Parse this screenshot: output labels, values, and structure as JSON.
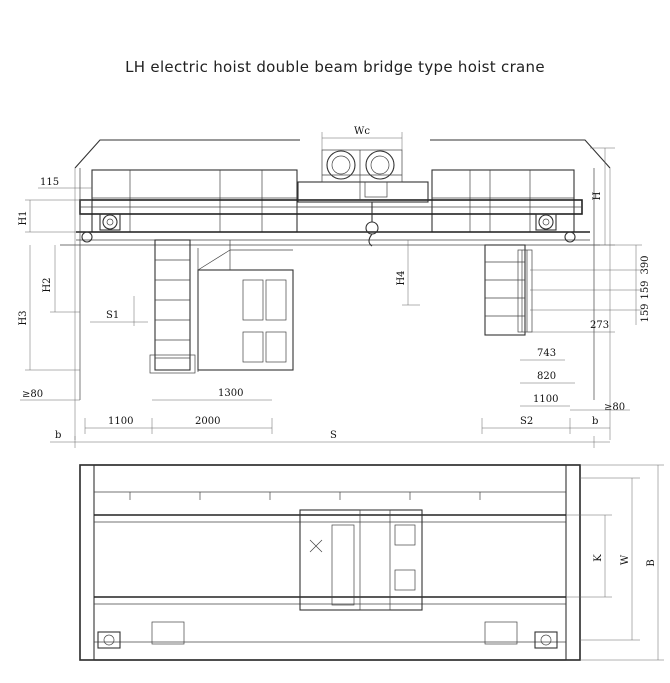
{
  "title": "LH electric hoist double beam bridge type hoist crane",
  "labels": {
    "wc": "Wc",
    "h": "H",
    "d115": "115",
    "h1": "H1",
    "h2": "H2",
    "h3": "H3",
    "h4": "H4",
    "s1": "S1",
    "d390": "390",
    "d159a": "159",
    "d159b": "159",
    "d273": "273",
    "d743": "743",
    "d820": "820",
    "d1100_right": "1100",
    "ge80_left": "≥80",
    "ge80_right": "≥80",
    "d1300": "1300",
    "d1100_left": "1100",
    "d2000": "2000",
    "s2": "S2",
    "b_left": "b",
    "b_right": "b",
    "s": "S",
    "k": "K",
    "w": "W",
    "big_b": "B"
  }
}
